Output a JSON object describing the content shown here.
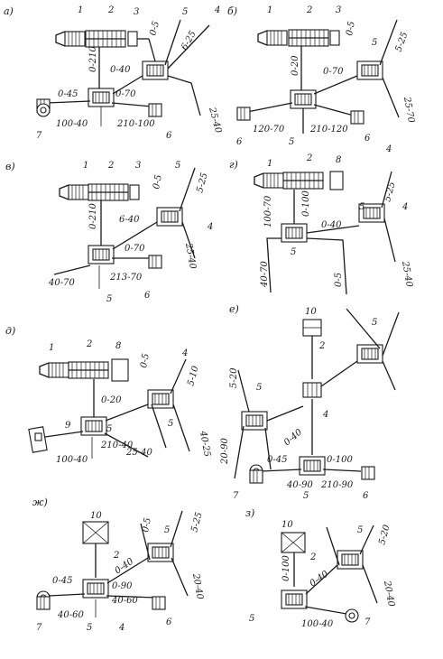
{
  "panels": [
    {
      "letter": "а)",
      "labels": [
        "1",
        "2",
        "3",
        "5",
        "4",
        "0-5",
        "6-25",
        "0-210",
        "0-40",
        "0-45",
        "0-70",
        "25-40",
        "100-40",
        "210-100",
        "7",
        "6"
      ]
    },
    {
      "letter": "б)",
      "labels": [
        "1",
        "2",
        "3",
        "0-5",
        "5",
        "5-25",
        "0-20",
        "0-70",
        "25-70",
        "120-70",
        "210-120",
        "6",
        "5",
        "6",
        "4"
      ]
    },
    {
      "letter": "в)",
      "labels": [
        "1",
        "2",
        "3",
        "0-5",
        "5",
        "5-25",
        "0-210",
        "6-40",
        "0-70",
        "25-40",
        "4",
        "40-70",
        "213-70",
        "5",
        "6"
      ]
    },
    {
      "letter": "г)",
      "labels": [
        "1",
        "2",
        "8",
        "100-70",
        "0-100",
        "0-40",
        "5-25",
        "4",
        "5",
        "40-70",
        "0-5",
        "25-40",
        "5"
      ]
    },
    {
      "letter": "д)",
      "labels": [
        "1",
        "2",
        "8",
        "0-5",
        "4",
        "5-10",
        "0-20",
        "5",
        "40-25",
        "9",
        "5",
        "210-40",
        "25-40",
        "100-40"
      ]
    },
    {
      "letter": "е)",
      "labels": [
        "10",
        "2",
        "5",
        "5-20",
        "5",
        "4",
        "0-40",
        "20-90",
        "0-45",
        "0-100",
        "40-90",
        "210-90",
        "7",
        "5",
        "6"
      ]
    },
    {
      "letter": "ж)",
      "labels": [
        "10",
        "0-5",
        "5",
        "5-25",
        "2",
        "0-40",
        "20-40",
        "0-45",
        "0-90",
        "40-60",
        "40-60",
        "7",
        "5",
        "4",
        "6"
      ]
    },
    {
      "letter": "з)",
      "labels": [
        "10",
        "5",
        "5-20",
        "2",
        "0-100",
        "0-40",
        "20-40",
        "5",
        "100-40",
        "7"
      ]
    }
  ]
}
